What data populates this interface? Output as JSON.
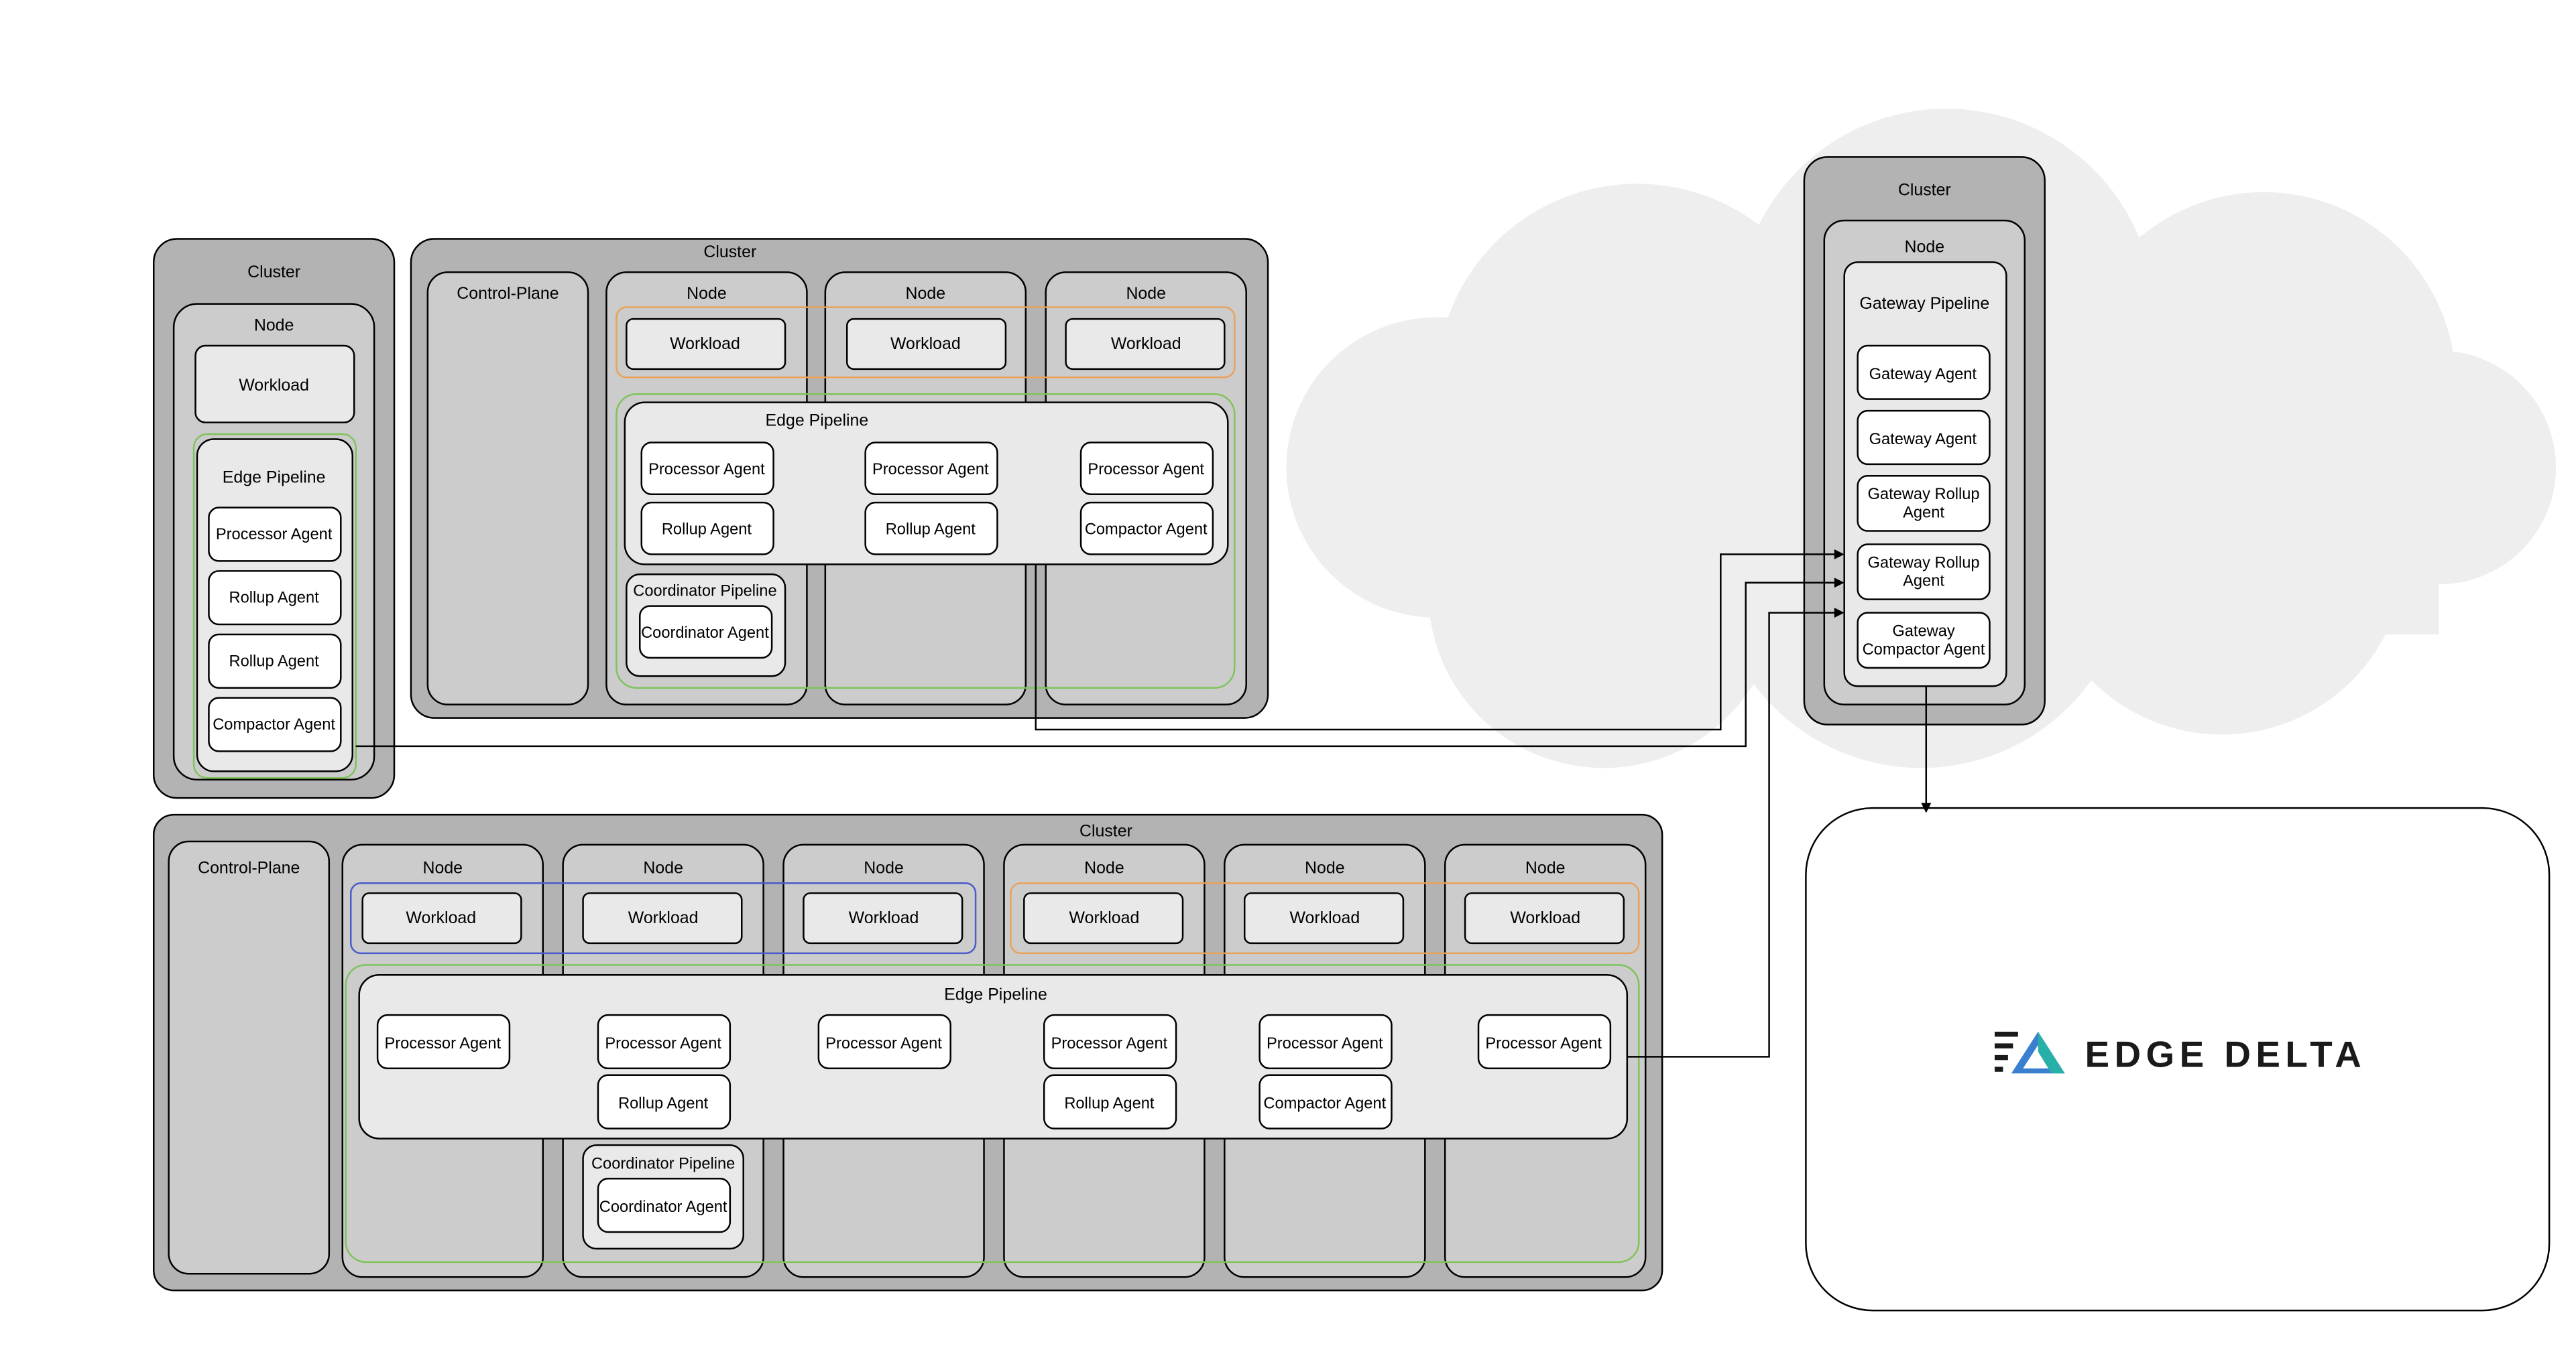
{
  "labels": {
    "cluster": "Cluster",
    "node": "Node",
    "control_plane": "Control-Plane",
    "workload": "Workload",
    "edge_pipeline": "Edge Pipeline",
    "coordinator_pipeline": "Coordinator Pipeline",
    "gateway_pipeline": "Gateway Pipeline",
    "processor_agent": "Processor Agent",
    "rollup_agent": "Rollup Agent",
    "compactor_agent": "Compactor Agent",
    "coordinator_agent": "Coordinator Agent",
    "gateway_agent": "Gateway Agent",
    "gateway_rollup_agent": "Gateway Rollup Agent",
    "gateway_compactor_agent": "Gateway Compactor Agent"
  },
  "brand": {
    "name": "EDGE DELTA",
    "icon": "edge-delta-logo-icon"
  },
  "colors": {
    "cluster_fill": "#b3b3b3",
    "node_fill": "#cccccc",
    "pipeline_fill": "#e9e9e9",
    "agent_fill": "#ffffff",
    "cloud_fill": "#eeeeee",
    "orange_group": "#e8a25a",
    "green_group": "#7fc35a",
    "blue_group": "#4a5cc9",
    "logo_teal": "#27b0a8",
    "logo_blue": "#3b7fd0",
    "logo_dark": "#1a1a1a"
  }
}
